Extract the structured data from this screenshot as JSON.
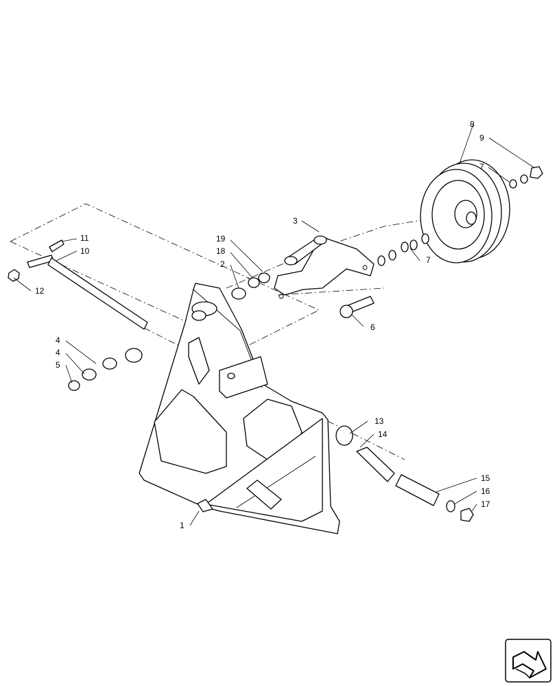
{
  "callouts": {
    "c1": "1",
    "c2": "2",
    "c3": "3",
    "c4a": "4",
    "c4b": "4",
    "c5": "5",
    "c6": "6",
    "c7a": "7",
    "c7b": "7",
    "c8": "8",
    "c9": "9",
    "c10": "10",
    "c11": "11",
    "c12": "12",
    "c13": "13",
    "c14": "14",
    "c15": "15",
    "c16": "16",
    "c17": "17",
    "c18": "18",
    "c19": "19"
  },
  "nav": {
    "icon": "next-page-arrow-icon"
  }
}
